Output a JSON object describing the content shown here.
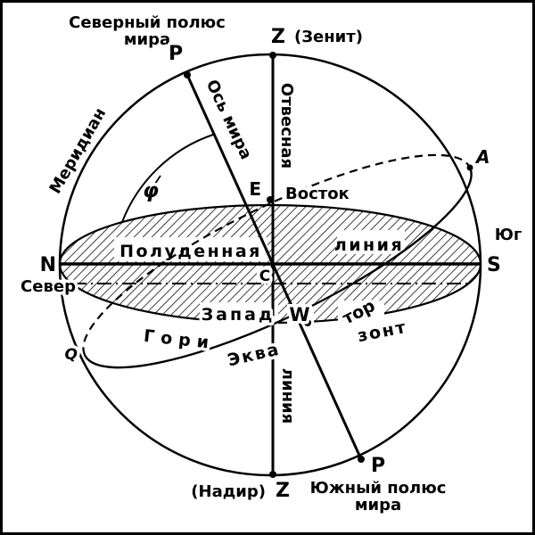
{
  "figure": {
    "type": "diagram",
    "subject": "Небесная сфера",
    "background": "#ffffff",
    "ink": "#000000"
  },
  "labels": {
    "north_pole_1": "Северный полюс",
    "north_pole_2": "мира",
    "zenith_point": "Z",
    "zenith_name": "(Зенит)",
    "pole_top": "P",
    "world_axis": "Ось мира",
    "plumb_line": "Отвесная",
    "meridian": "Меридиан",
    "latitude_angle": "φ",
    "east_point": "E",
    "east_name": "Восток",
    "point_a": "А",
    "south_name": "Юг",
    "south_point": "S",
    "north_point": "N",
    "north_name": "Север",
    "noon_line_1": "Полуденная",
    "noon_line_2": "линия",
    "center_point": "C",
    "west_name": "Запад",
    "west_point": "W",
    "equator_1": "Эква",
    "equator_2": "тор",
    "horizon_1": "Гори",
    "horizon_2": "зонт",
    "point_q": "Q",
    "plumb_line_2": "линия",
    "nadir_name": "(Надир)",
    "nadir_point": "Z",
    "pole_bottom": "P",
    "south_pole_1": "Южный полюс",
    "south_pole_2": "мира"
  }
}
